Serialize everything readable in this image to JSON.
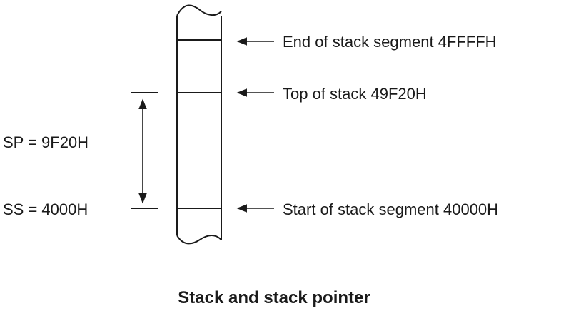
{
  "labels": {
    "end_of_segment": "End of stack segment 4FFFFH",
    "top_of_stack": "Top of stack 49F20H",
    "start_of_segment": "Start of stack segment 40000H",
    "sp": "SP = 9F20H",
    "ss": "SS = 4000H"
  },
  "caption": "Stack and stack pointer",
  "colors": {
    "ink": "#1a1a1a",
    "background": "#ffffff"
  }
}
